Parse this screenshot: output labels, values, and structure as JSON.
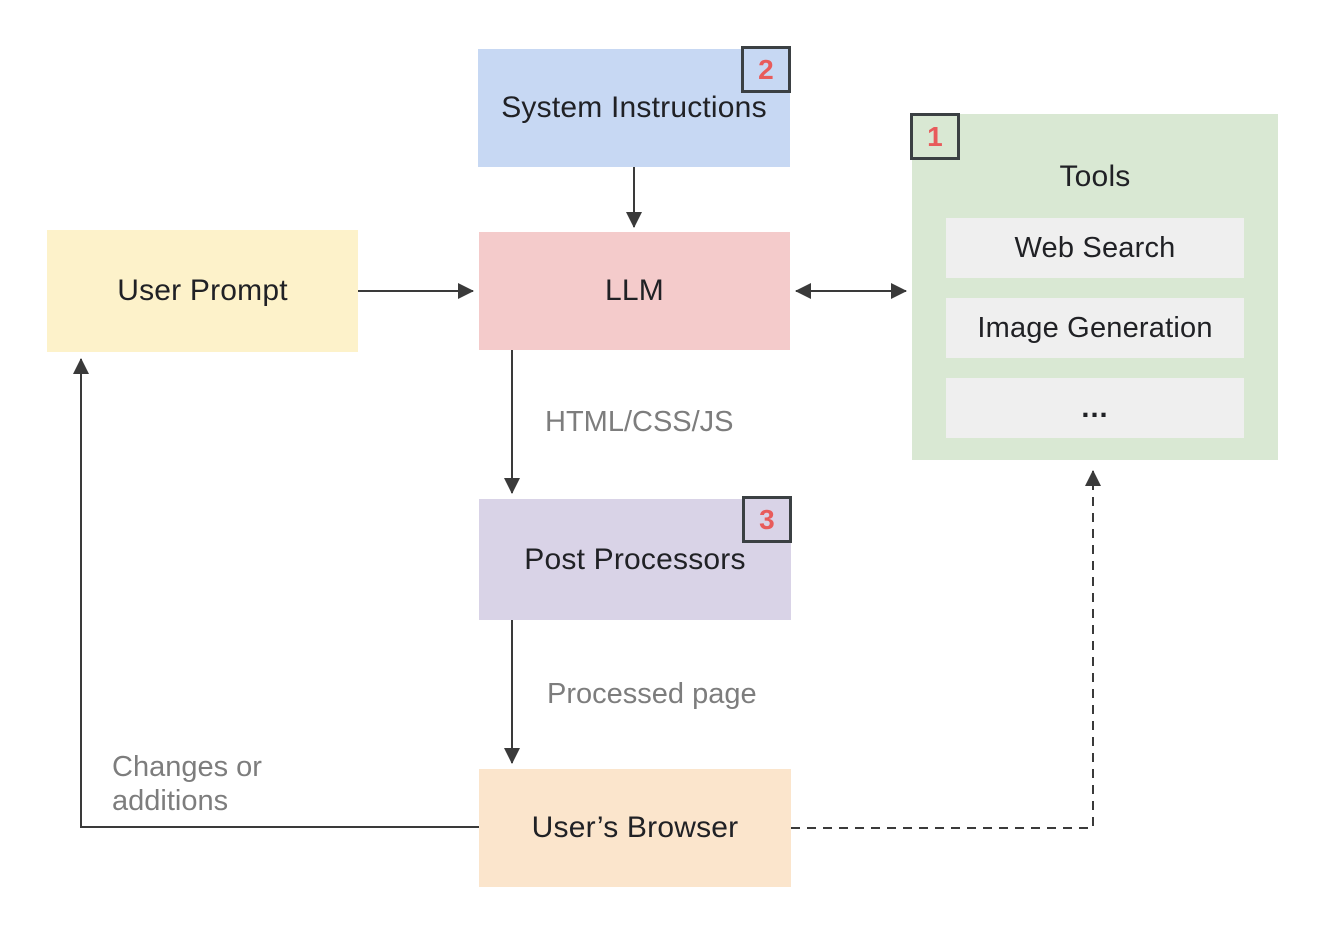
{
  "diagram": {
    "nodes": {
      "system_instructions": {
        "label": "System Instructions",
        "badge": "2",
        "bg": "#c7d8f3"
      },
      "user_prompt": {
        "label": "User Prompt",
        "bg": "#fdf2ca"
      },
      "llm": {
        "label": "LLM",
        "bg": "#f4cbcb"
      },
      "tools": {
        "label": "Tools",
        "badge": "1",
        "bg": "#d9e8d3",
        "item_bg": "#efefef",
        "items": [
          "Web Search",
          "Image Generation",
          "..."
        ]
      },
      "post_processors": {
        "label": "Post Processors",
        "badge": "3",
        "bg": "#d9d3e7"
      },
      "users_browser": {
        "label": "User’s Browser",
        "bg": "#fbe5cc"
      }
    },
    "edge_labels": {
      "llm_to_post_processors": "HTML/CSS/JS",
      "post_processors_to_browser": "Processed page",
      "browser_to_user_prompt": "Changes or\nadditions"
    },
    "colors": {
      "background": "#ffffff",
      "arrow": "#3a3a3a",
      "node_text": "#202125",
      "edge_label_text": "#7d7d7d",
      "badge_text": "#e85b5b",
      "badge_border": "#3b4043",
      "tool_item_bg": "#efefef"
    }
  }
}
